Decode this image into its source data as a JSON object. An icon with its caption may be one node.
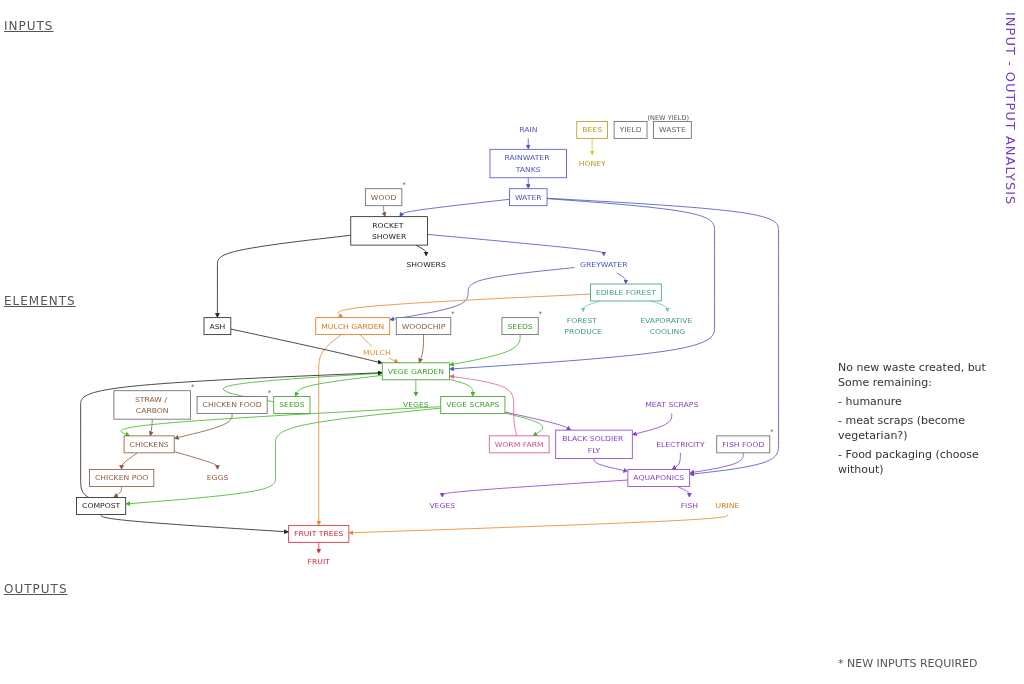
{
  "diagram": {
    "title": "INPUT - OUTPUT ANALYSIS",
    "nodes": [
      {
        "text": [
          "RAIN"
        ]
      },
      {
        "text": [
          "SEEDS"
        ],
        "beside": [
          "*"
        ]
      },
      {
        "text": [
          "CHICKEN FOOD"
        ],
        "beside": [
          "*"
        ]
      },
      {
        "text": [
          "WOODCHIP"
        ],
        "beside": [
          "*"
        ]
      },
      {
        "text": [
          "STRAW / CARBON"
        ],
        "beside": [
          "*"
        ]
      },
      {
        "text": [
          "FISH FOOD"
        ],
        "beside": [
          "*"
        ]
      },
      {
        "text": [
          "ELECTRICITY"
        ]
      },
      {
        "text": [
          "MEAT SCRAPS"
        ]
      },
      {
        "text": [
          "URINE"
        ]
      },
      {
        "text": [
          "GREYWATER"
        ]
      },
      {
        "text": [
          "WOOD"
        ],
        "beside": [
          "*"
        ]
      },
      {
        "text": [
          "RAINWATER TANKS"
        ]
      },
      {
        "text": [
          "WATER"
        ]
      },
      {
        "text": [
          "MULCH GARDEN"
        ]
      },
      {
        "text": [
          "BEES"
        ]
      },
      {
        "text": [
          "VEGE GARDEN"
        ]
      },
      {
        "text": [
          "SEEDS"
        ]
      },
      {
        "text": [
          "VEGE SCRAPS"
        ]
      },
      {
        "text": [
          "AQUAPONICS"
        ]
      },
      {
        "text": [
          "CHICKENS"
        ]
      },
      {
        "text": [
          "BLACK SOLDIER FLY"
        ]
      },
      {
        "text": [
          "WORM FARM"
        ]
      },
      {
        "text": [
          "COMPOST"
        ]
      },
      {
        "text": [
          "CHICKEN POO"
        ]
      },
      {
        "text": [
          "EDIBLE FOREST"
        ]
      },
      {
        "text": [
          "ASH"
        ]
      },
      {
        "text": [
          "FRUIT TREES"
        ]
      },
      {
        "text": [
          "ROCKET SHOWER"
        ]
      },
      {
        "text": [
          "YIELD"
        ],
        "beside": [
          "(NEW YIELD)"
        ]
      },
      {
        "text": [
          "VEGES"
        ]
      },
      {
        "text": [
          "EGGS"
        ]
      },
      {
        "text": [
          "HONEY"
        ]
      },
      {
        "text": [
          "VEGES"
        ]
      },
      {
        "text": [
          "FISH"
        ]
      },
      {
        "text": [
          "FOREST PRODUCE"
        ]
      },
      {
        "text": [
          "EVAPORATIVE COOLING"
        ]
      },
      {
        "text": [
          "FRUIT"
        ]
      },
      {
        "text": [
          "SHOWERS"
        ]
      },
      {
        "text": [
          "WASTE"
        ]
      }
    ],
    "edges": [
      {
        "from": 0,
        "to": 11,
        "arrow": "to",
        "color": "#4b56c8"
      },
      {
        "from": 11,
        "to": 12,
        "arrow": "to",
        "color": "#4b56c8"
      },
      {
        "from": 12,
        "to": 15,
        "arrow": "to",
        "color": "#4b56c8"
      },
      {
        "from": 12,
        "to": 18,
        "arrow": "to",
        "color": "#4b56c8"
      },
      {
        "from": 12,
        "to": 27,
        "arrow": "to",
        "color": "#4b56c8"
      },
      {
        "from": 1,
        "to": 15,
        "arrow": "to",
        "color": "#3fb62a"
      },
      {
        "from": 2,
        "to": 19,
        "arrow": "to",
        "color": "#8b5a3c"
      },
      {
        "from": 3,
        "to": 15,
        "arrow": "to",
        "color": "#8b5a3c"
      },
      {
        "from": 4,
        "to": 19,
        "arrow": "to",
        "color": "#8b5a3c"
      },
      {
        "from": 5,
        "to": 18,
        "arrow": "to",
        "color": "#8a3fc9"
      },
      {
        "from": 6,
        "to": 18,
        "arrow": "to",
        "color": "#8a3fc9"
      },
      {
        "from": 7,
        "to": 20,
        "arrow": "to",
        "color": "#8a3fc9"
      },
      {
        "from": 20,
        "to": 18,
        "arrow": "to",
        "color": "#8a3fc9"
      },
      {
        "from": 18,
        "to": 32,
        "arrow": "to",
        "color": "#8a3fc9"
      },
      {
        "from": 18,
        "to": 33,
        "arrow": "to",
        "color": "#8a3fc9"
      },
      {
        "from": 17,
        "to": 20,
        "arrow": "to",
        "color": "#8a3fc9"
      },
      {
        "from": 8,
        "to": 26,
        "arrow": "to",
        "color": "#e8892a"
      },
      {
        "from": 9,
        "to": 24,
        "arrow": "to",
        "color": "#4b56c8"
      },
      {
        "from": 9,
        "to": 13,
        "arrow": "to",
        "color": "#4b56c8"
      },
      {
        "from": 27,
        "to": 9,
        "arrow": "to",
        "color": "#4b56c8"
      },
      {
        "from": 10,
        "to": 27,
        "arrow": "to",
        "color": "#8b5a3c"
      },
      {
        "from": 13,
        "to": 15,
        "arrow": "to",
        "label": "MULCH",
        "color": "#e8892a"
      },
      {
        "from": 13,
        "to": 26,
        "arrow": "to",
        "color": "#e8892a"
      },
      {
        "from": 24,
        "to": 13,
        "arrow": "to",
        "color": "#e8892a"
      },
      {
        "from": 24,
        "to": 34,
        "arrow": "to",
        "color": "#6cc3b0"
      },
      {
        "from": 24,
        "to": 35,
        "arrow": "to",
        "color": "#6cc3b0"
      },
      {
        "from": 14,
        "to": 31,
        "arrow": "to",
        "color": "#e0c81c"
      },
      {
        "from": 15,
        "to": 29,
        "arrow": "to",
        "color": "#3fb62a"
      },
      {
        "from": 15,
        "to": 16,
        "arrow": "to",
        "color": "#3fb62a"
      },
      {
        "from": 16,
        "to": 15,
        "arrow": "to",
        "color": "#3fb62a"
      },
      {
        "from": 15,
        "to": 17,
        "arrow": "to",
        "color": "#3fb62a"
      },
      {
        "from": 17,
        "to": 19,
        "arrow": "to",
        "color": "#3fb62a"
      },
      {
        "from": 17,
        "to": 21,
        "arrow": "to",
        "color": "#3fb62a"
      },
      {
        "from": 17,
        "to": 22,
        "arrow": "to",
        "color": "#3fb62a"
      },
      {
        "from": 19,
        "to": 30,
        "arrow": "to",
        "color": "#8b5a3c"
      },
      {
        "from": 19,
        "to": 23,
        "arrow": "to",
        "color": "#8b5a3c"
      },
      {
        "from": 23,
        "to": 22,
        "arrow": "to",
        "color": "#8b5a3c"
      },
      {
        "from": 21,
        "to": 15,
        "arrow": "to",
        "color": "#e0609a"
      },
      {
        "from": 22,
        "to": 15,
        "arrow": "to",
        "color": "#222222"
      },
      {
        "from": 22,
        "to": 26,
        "arrow": "to",
        "color": "#222222"
      },
      {
        "from": 25,
        "to": 15,
        "arrow": "to",
        "color": "#222222"
      },
      {
        "from": 27,
        "to": 25,
        "arrow": "to",
        "color": "#222222"
      },
      {
        "from": 27,
        "to": 37,
        "arrow": "to",
        "color": "#222222"
      },
      {
        "from": 26,
        "to": 36,
        "arrow": "to",
        "color": "#d8243c"
      }
    ],
    "labels": [
      "INPUTS",
      "ELEMENTS",
      "OUTPUTS",
      "No new waste created, but Some remaining:",
      "- humanure",
      "- meat scraps (become vegetarian?)",
      "- Food packaging (choose without)",
      "* NEW INPUTS REQUIRED"
    ]
  }
}
